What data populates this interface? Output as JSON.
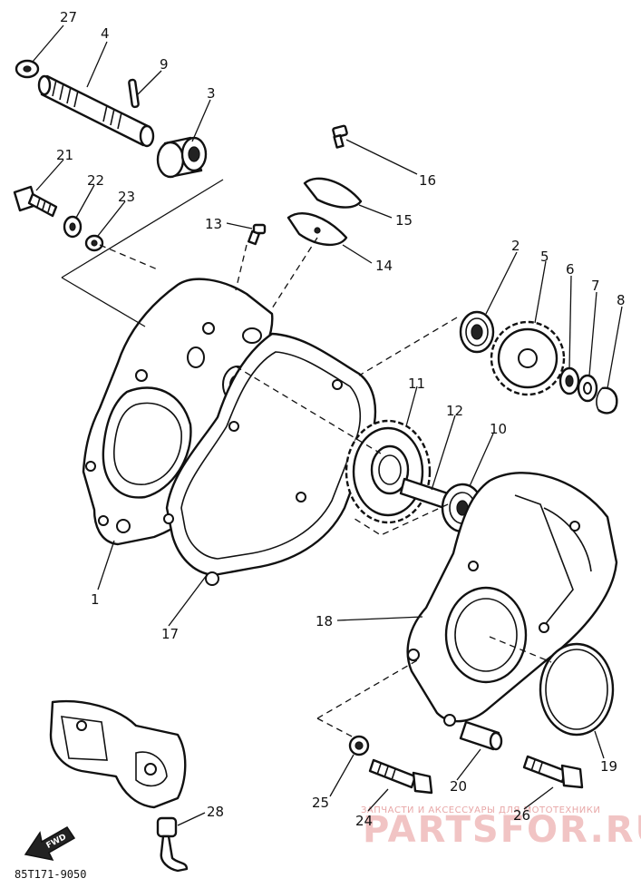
{
  "part_numbers": {
    "p1": "1",
    "p2": "2",
    "p3": "3",
    "p4": "4",
    "p5": "5",
    "p6": "6",
    "p7": "7",
    "p8": "8",
    "p9": "9",
    "p10": "10",
    "p11": "11",
    "p12": "12",
    "p13": "13",
    "p14": "14",
    "p15": "15",
    "p16": "16",
    "p17": "17",
    "p18": "18",
    "p19": "19",
    "p20": "20",
    "p21": "21",
    "p22": "22",
    "p23": "23",
    "p24": "24",
    "p25": "25",
    "p26": "26",
    "p27": "27",
    "p28": "28"
  },
  "direction_label": "FWD",
  "diagram_code": "85T171-9050",
  "watermark": {
    "tagline": "ЗАПЧАСТИ И АКСЕССУАРЫ ДЛЯ МОТОТЕХНИКИ",
    "site": "PARTSFOR.RU"
  },
  "colors": {
    "line": "#111111",
    "watermark": "#f1c4c4"
  }
}
